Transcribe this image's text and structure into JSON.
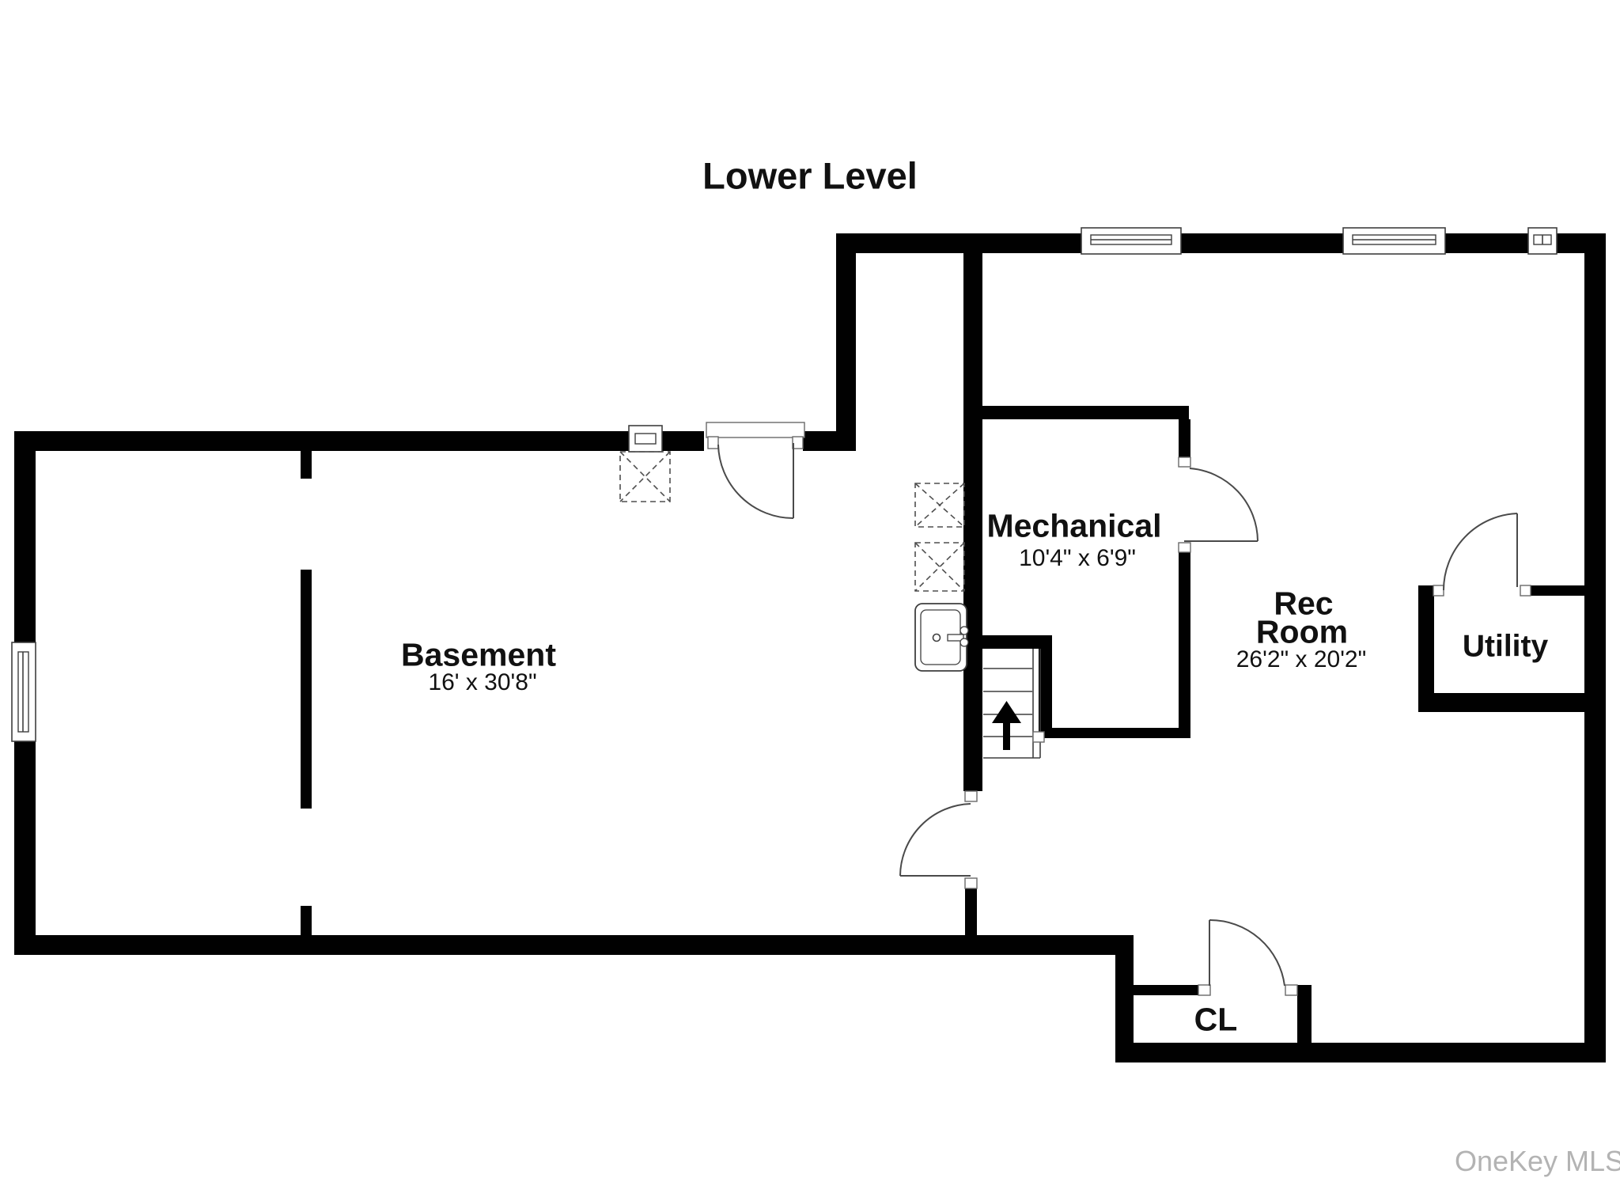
{
  "title": "Lower Level",
  "watermark": "OneKey MLS",
  "rooms": {
    "basement": {
      "name": "Basement",
      "dims": "16' x 30'8\""
    },
    "mechanical": {
      "name": "Mechanical",
      "dims": "10'4\" x 6'9\""
    },
    "rec_room": {
      "name_line1": "Rec",
      "name_line2": "Room",
      "dims": "26'2\" x 20'2\""
    },
    "utility": {
      "name": "Utility"
    },
    "closet": {
      "name": "CL"
    }
  },
  "icons": {
    "stairs_direction": "arrow-up",
    "sink": "utility-sink",
    "flue_boxes": "dashed-x-box",
    "windows": "double-line-window",
    "doors": "quarter-circle-swing"
  },
  "colors": {
    "walls": "#010101",
    "thin_lines": "#4a4a4a",
    "watermark": "#b3b3b3",
    "background": "#ffffff"
  }
}
